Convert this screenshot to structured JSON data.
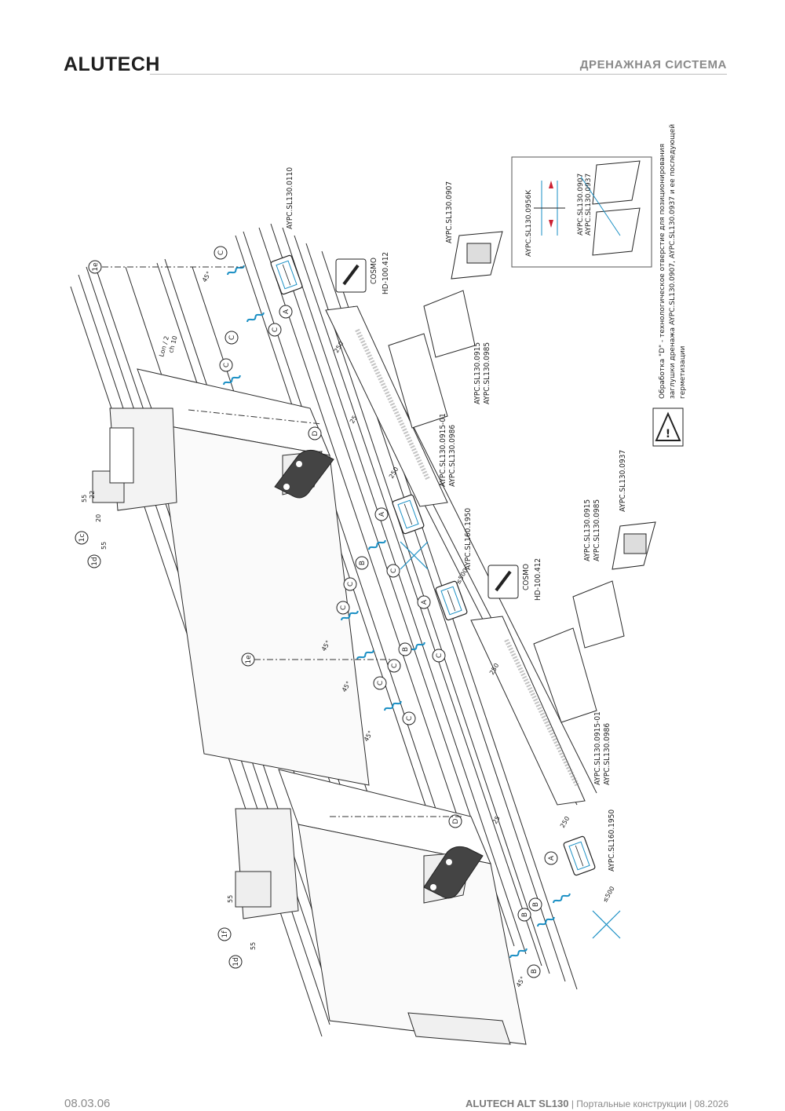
{
  "header": {
    "brand": "ALUTECH",
    "section": "ДРЕНАЖНАЯ СИСТЕМА"
  },
  "footer": {
    "page_number": "08.03.06",
    "product": "ALUTECH ALT SL130",
    "separator1": " | ",
    "subtitle": "Портальные конструкции",
    "separator2": " | ",
    "date": "08.2026"
  },
  "drawing": {
    "part_labels": {
      "sl130_0110": "AYPC.SL130.0110",
      "sl130_0907_top": "AYPC.SL130.0907",
      "sl130_0915": "AYPC.SL130.0915",
      "sl130_0985": "AYPC.SL130.0985",
      "sl130_0915_01": "AYPC.SL130.0915-01",
      "sl130_0986": "AYPC.SL130.0986",
      "sl160_1950": "AYPC.SL160.1950",
      "sl130_0937": "AYPC.SL130.0937",
      "sl130_0915_b": "AYPC.SL130.0915",
      "sl130_0985_b": "AYPC.SL130.0985",
      "sl130_0915_01_b": "AYPC.SL130.0915-01",
      "sl130_0986_b": "AYPC.SL130.0986",
      "sl160_1950_b": "AYPC.SL160.1950"
    },
    "sealant": {
      "brand": "COSMO",
      "code": "HD-100.412"
    },
    "detail_box": {
      "label_956": "AYPC.SL130.0956K",
      "label_0907": "AYPC.SL130.0907",
      "label_0937": "AYPC.SL130.0937"
    },
    "warning_note": [
      "Обработка \"D\" - технологическое отверстие для позиционирования",
      "заглушки дренажа AYPC.SL130.0907, AYPC.SL130.0937 и ее последующей",
      "герметизации"
    ],
    "callouts": {
      "c1e_top": "1e",
      "c1c": "1c",
      "c1d_top": "1d",
      "c1e_mid": "1e",
      "c1f": "1f",
      "c1d_bottom": "1d",
      "A": "A",
      "B": "B",
      "C": "C",
      "D": "D"
    },
    "dimensions": {
      "d250": "250",
      "d25": "25",
      "d55": "55",
      "d20": "20",
      "d22": "22",
      "d500": "≤500",
      "angle": "45°",
      "lon2": "Lon / 2",
      "ch10": "ch 10"
    }
  },
  "colors": {
    "line": "#2b2b2b",
    "accent": "#1a8fc4",
    "hdr_rule": "#bdbdbd",
    "muted": "#8a8a8a"
  }
}
